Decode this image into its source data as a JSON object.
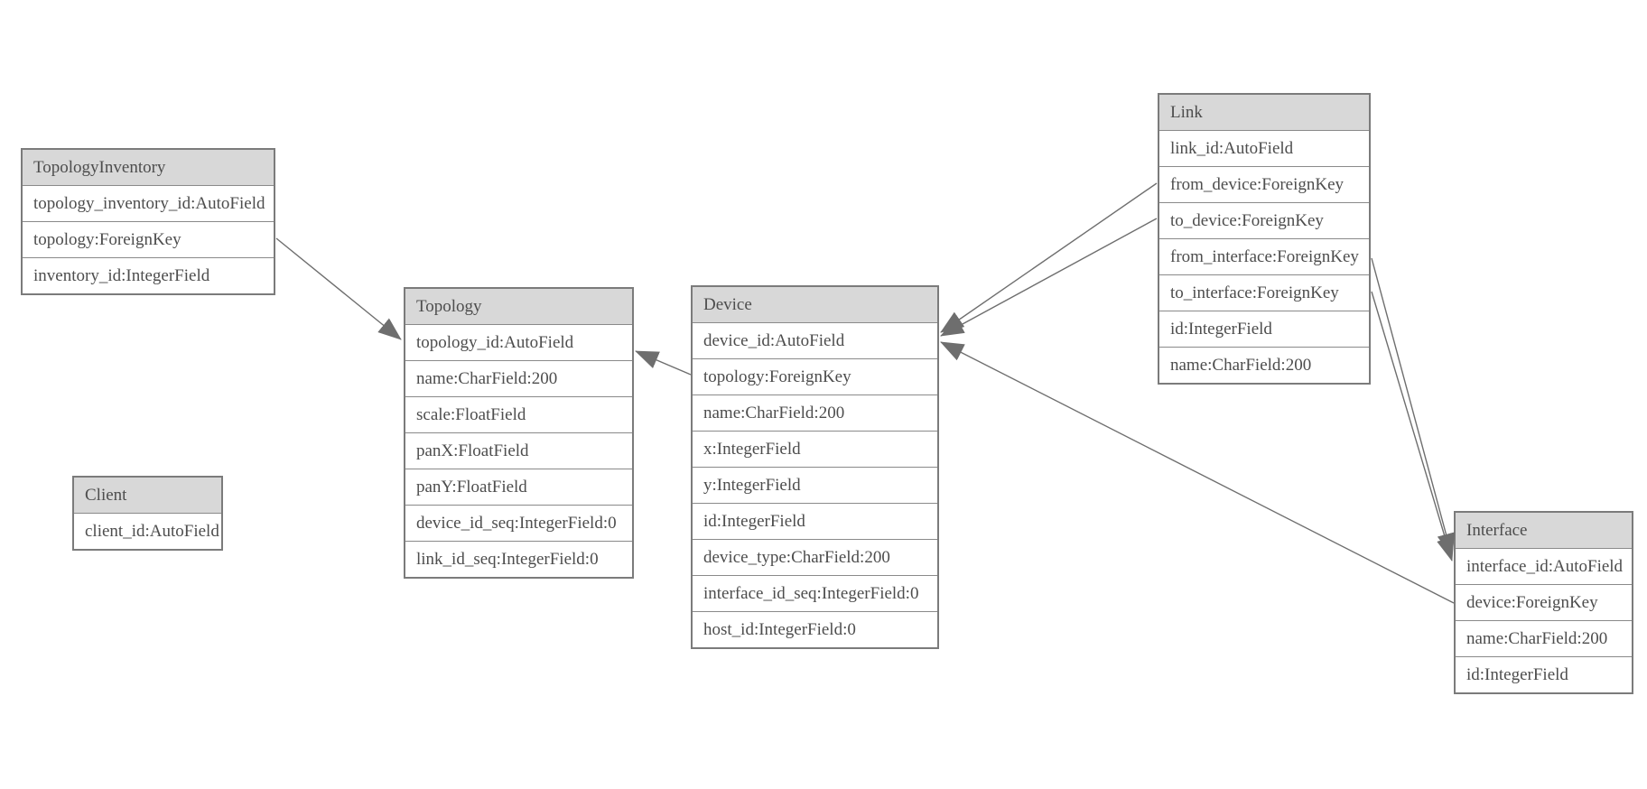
{
  "diagram_type": "entity-relationship-model-diagram",
  "colors": {
    "background": "#ffffff",
    "header_fill": "#d8d8d8",
    "border": "#7b7b7b",
    "row_divider": "#8a8a8a",
    "text": "#4d4d4d",
    "connector": "#6e6e6e",
    "arrowhead": "#6e6e6e"
  },
  "tables": {
    "topology_inventory": {
      "title": "TopologyInventory",
      "rows": [
        "topology_inventory_id:AutoField",
        "topology:ForeignKey",
        "inventory_id:IntegerField"
      ]
    },
    "topology": {
      "title": "Topology",
      "rows": [
        "topology_id:AutoField",
        "name:CharField:200",
        "scale:FloatField",
        "panX:FloatField",
        "panY:FloatField",
        "device_id_seq:IntegerField:0",
        "link_id_seq:IntegerField:0"
      ]
    },
    "client": {
      "title": "Client",
      "rows": [
        "client_id:AutoField"
      ]
    },
    "device": {
      "title": "Device",
      "rows": [
        "device_id:AutoField",
        "topology:ForeignKey",
        "name:CharField:200",
        "x:IntegerField",
        "y:IntegerField",
        "id:IntegerField",
        "device_type:CharField:200",
        "interface_id_seq:IntegerField:0",
        "host_id:IntegerField:0"
      ]
    },
    "link": {
      "title": "Link",
      "rows": [
        "link_id:AutoField",
        "from_device:ForeignKey",
        "to_device:ForeignKey",
        "from_interface:ForeignKey",
        "to_interface:ForeignKey",
        "id:IntegerField",
        "name:CharField:200"
      ]
    },
    "interface": {
      "title": "Interface",
      "rows": [
        "interface_id:AutoField",
        "device:ForeignKey",
        "name:CharField:200",
        "id:IntegerField"
      ]
    }
  },
  "edges": [
    {
      "from": "TopologyInventory.topology",
      "to": "Topology",
      "type": "ForeignKey"
    },
    {
      "from": "Device.topology",
      "to": "Topology",
      "type": "ForeignKey"
    },
    {
      "from": "Link.from_device",
      "to": "Device",
      "type": "ForeignKey"
    },
    {
      "from": "Link.to_device",
      "to": "Device",
      "type": "ForeignKey"
    },
    {
      "from": "Interface.device",
      "to": "Device",
      "type": "ForeignKey"
    },
    {
      "from": "Link.from_interface",
      "to": "Interface",
      "type": "ForeignKey"
    },
    {
      "from": "Link.to_interface",
      "to": "Interface",
      "type": "ForeignKey"
    }
  ]
}
